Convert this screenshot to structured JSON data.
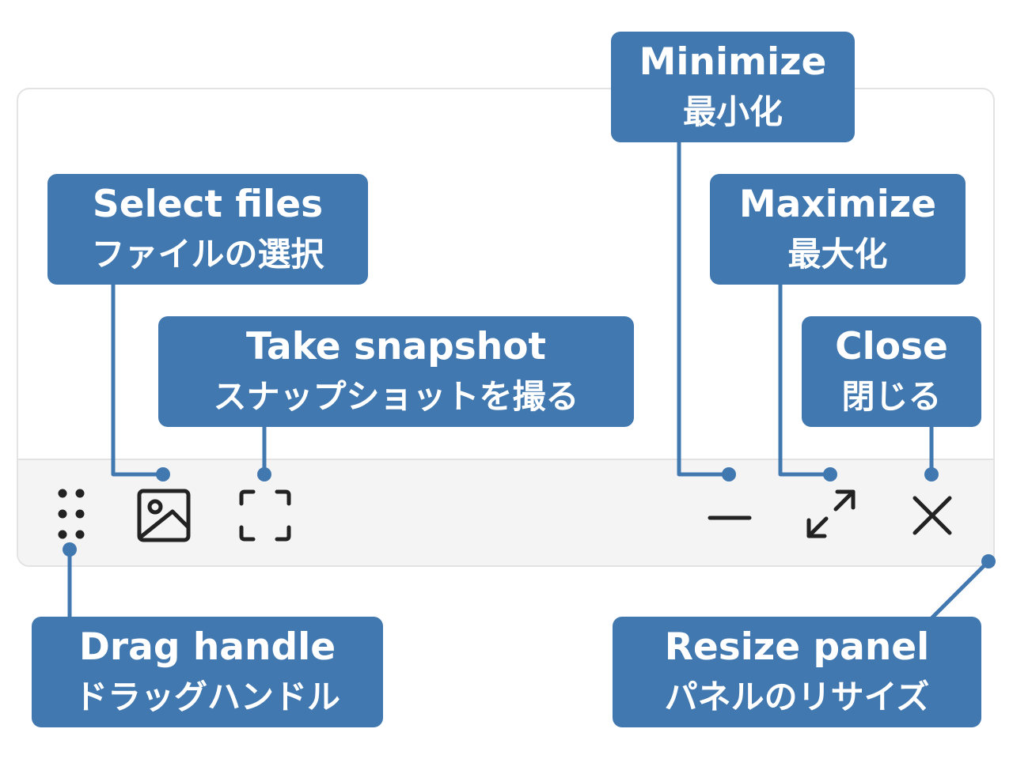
{
  "toolbar": {
    "items": [
      {
        "name": "drag-handle",
        "icon": "drag-dots-icon"
      },
      {
        "name": "select-files",
        "icon": "image-icon"
      },
      {
        "name": "take-snapshot",
        "icon": "snapshot-frame-icon"
      },
      {
        "name": "minimize",
        "icon": "minimize-icon"
      },
      {
        "name": "maximize",
        "icon": "maximize-arrows-icon"
      },
      {
        "name": "close",
        "icon": "close-icon"
      }
    ]
  },
  "callouts": {
    "minimize": {
      "en": "Minimize",
      "ja": "最小化"
    },
    "select_files": {
      "en": "Select files",
      "ja": "ファイルの選択"
    },
    "maximize": {
      "en": "Maximize",
      "ja": "最大化"
    },
    "take_snapshot": {
      "en": "Take snapshot",
      "ja": "スナップショットを撮る"
    },
    "close": {
      "en": "Close",
      "ja": "閉じる"
    },
    "drag_handle": {
      "en": "Drag handle",
      "ja": "ドラッグハンドル"
    },
    "resize_panel": {
      "en": "Resize panel",
      "ja": "パネルのリサイズ"
    }
  },
  "colors": {
    "callout_bg": "#4178b0",
    "callout_text": "#ffffff",
    "leader_line": "#4178b0",
    "toolbar_bg": "#f4f4f4",
    "panel_border": "#e3e3e3",
    "icon": "#222222"
  }
}
